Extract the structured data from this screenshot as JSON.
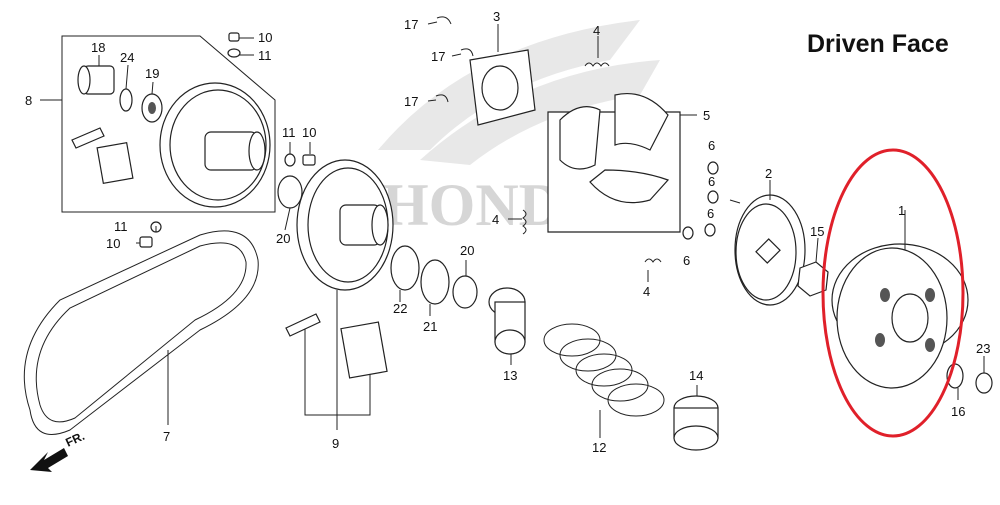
{
  "title": "Driven Face",
  "watermark": "HONDA",
  "direction_label": "FR.",
  "highlight_color": "#e0202a",
  "callouts": [
    {
      "id": "p1",
      "label": "1"
    },
    {
      "id": "p2",
      "label": "2"
    },
    {
      "id": "p3",
      "label": "3"
    },
    {
      "id": "p4a",
      "label": "4"
    },
    {
      "id": "p4b",
      "label": "4"
    },
    {
      "id": "p4c",
      "label": "4"
    },
    {
      "id": "p5",
      "label": "5"
    },
    {
      "id": "p6a",
      "label": "6"
    },
    {
      "id": "p6b",
      "label": "6"
    },
    {
      "id": "p6c",
      "label": "6"
    },
    {
      "id": "p6d",
      "label": "6"
    },
    {
      "id": "p7",
      "label": "7"
    },
    {
      "id": "p8",
      "label": "8"
    },
    {
      "id": "p9",
      "label": "9"
    },
    {
      "id": "p10a",
      "label": "10"
    },
    {
      "id": "p10b",
      "label": "10"
    },
    {
      "id": "p10c",
      "label": "10"
    },
    {
      "id": "p11a",
      "label": "11"
    },
    {
      "id": "p11b",
      "label": "11"
    },
    {
      "id": "p11c",
      "label": "11"
    },
    {
      "id": "p12",
      "label": "12"
    },
    {
      "id": "p13",
      "label": "13"
    },
    {
      "id": "p14",
      "label": "14"
    },
    {
      "id": "p15",
      "label": "15"
    },
    {
      "id": "p16",
      "label": "16"
    },
    {
      "id": "p17a",
      "label": "17"
    },
    {
      "id": "p17b",
      "label": "17"
    },
    {
      "id": "p17c",
      "label": "17"
    },
    {
      "id": "p18",
      "label": "18"
    },
    {
      "id": "p19",
      "label": "19"
    },
    {
      "id": "p20a",
      "label": "20"
    },
    {
      "id": "p20b",
      "label": "20"
    },
    {
      "id": "p21",
      "label": "21"
    },
    {
      "id": "p22",
      "label": "22"
    },
    {
      "id": "p23",
      "label": "23"
    },
    {
      "id": "p24",
      "label": "24"
    }
  ]
}
